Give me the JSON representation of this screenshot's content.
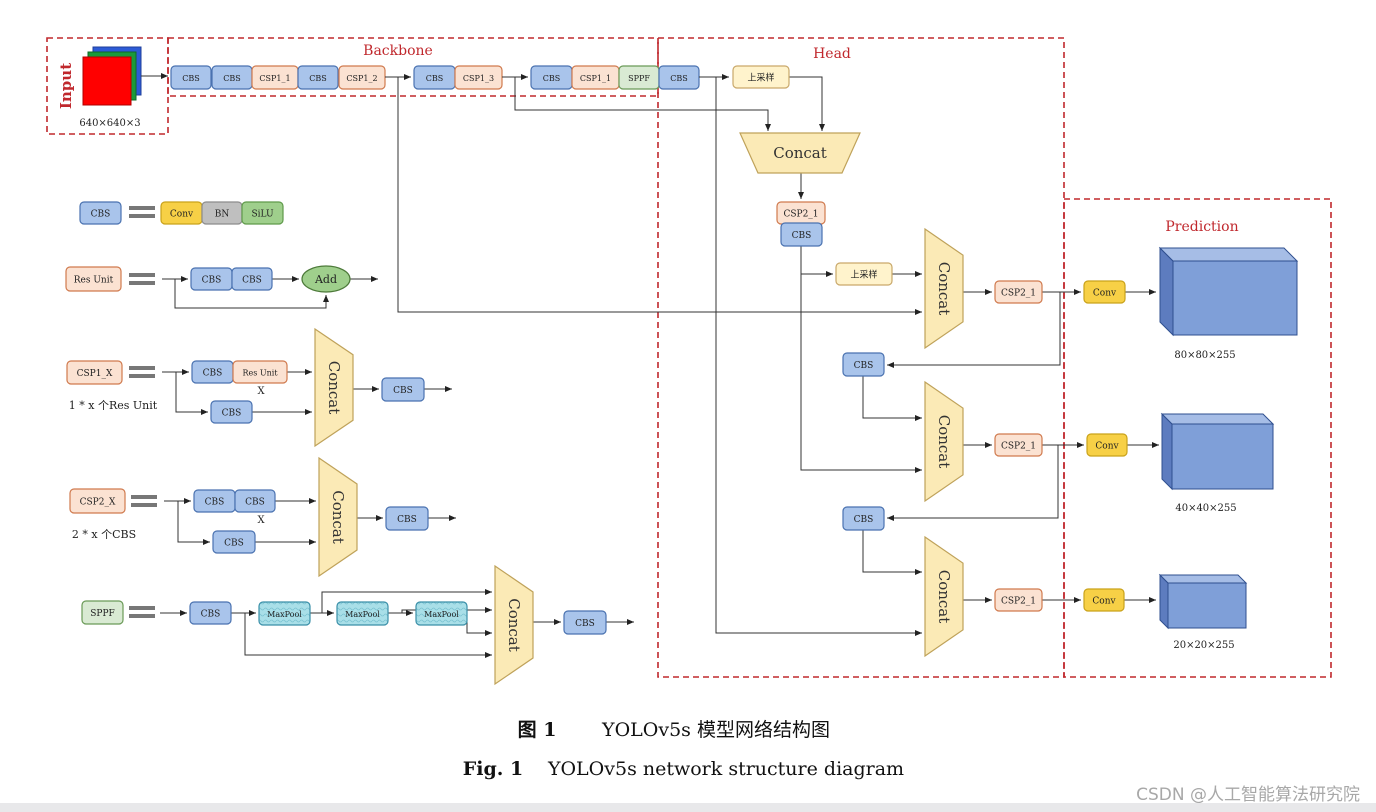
{
  "colors": {
    "frame_red": "#c0282d",
    "cbs_fill": "#a9c4eb",
    "cbs_stroke": "#4a72b0",
    "csp_fill": "#fbe2d2",
    "csp_stroke": "#d07a4e",
    "sppf_fill": "#d9ead3",
    "sppf_stroke": "#6a9a57",
    "conv_fill": "#f7d046",
    "conv_stroke": "#c9a21a",
    "bn_fill": "#bfbfbf",
    "silu_fill": "#9fcf8c",
    "up_fill": "#fff3cc",
    "up_stroke": "#c9a86a",
    "concat_fill": "#fbeab6",
    "concat_stroke": "#bfa25a",
    "add_fill": "#9fcf8c",
    "maxpool_fill": "#a9dfe8",
    "cube_front": "#7f9fd8",
    "cube_top": "#a6bde6",
    "cube_side": "#5d7cbf",
    "input_red": "#ff0000",
    "input_green": "#1a9a3a",
    "input_blue": "#2d5bd6"
  },
  "sections": {
    "input": "Input",
    "input_size": "640×640×3",
    "backbone": "Backbone",
    "head": "Head",
    "prediction": "Prediction"
  },
  "backbone": {
    "b1": "CBS",
    "b2": "CBS",
    "b3": "CSP1_1",
    "b4": "CBS",
    "b5": "CSP1_2",
    "b6": "CBS",
    "b7": "CSP1_3",
    "b8": "CBS",
    "b9": "CSP1_1",
    "b10": "SPPF",
    "b11": "CBS"
  },
  "head": {
    "upsample1": "上采样",
    "concat_top": "Concat",
    "csp2_1": "CSP2_1",
    "cbs1": "CBS",
    "upsample2": "上采样",
    "concat_a": "Concat",
    "csp_a": "CSP2_1",
    "cbs2": "CBS",
    "concat_b": "Concat",
    "csp_b": "CSP2_1",
    "cbs3": "CBS",
    "concat_c": "Concat",
    "csp_c": "CSP2_1"
  },
  "prediction": {
    "conv1": "Conv",
    "conv2": "Conv",
    "conv3": "Conv",
    "size1": "80×80×255",
    "size2": "40×40×255",
    "size3": "20×20×255"
  },
  "legend": {
    "cbs": {
      "name": "CBS",
      "conv": "Conv",
      "bn": "BN",
      "silu": "SiLU"
    },
    "resunit": {
      "name": "Res Unit",
      "cbs1": "CBS",
      "cbs2": "CBS",
      "add": "Add"
    },
    "csp1": {
      "name": "CSP1_X",
      "cbs1": "CBS",
      "res": "Res Unit",
      "x": "X",
      "cbs2": "CBS",
      "concat": "Concat",
      "out": "CBS",
      "note": "1 * x 个Res Unit"
    },
    "csp2": {
      "name": "CSP2_X",
      "cbs1": "CBS",
      "cbs2": "CBS",
      "x": "X",
      "cbs3": "CBS",
      "concat": "Concat",
      "out": "CBS",
      "note": "2 * x 个CBS"
    },
    "sppf": {
      "name": "SPPF",
      "cbs": "CBS",
      "mp1": "MaxPool",
      "mp2": "MaxPool",
      "mp3": "MaxPool",
      "concat": "Concat",
      "out": "CBS"
    }
  },
  "caption": {
    "cn_label": "图 1",
    "cn_text": "YOLOv5s 模型网络结构图",
    "en_label": "Fig. 1",
    "en_text": "YOLOv5s network structure diagram"
  },
  "watermark": "CSDN @人工智能算法研究院"
}
